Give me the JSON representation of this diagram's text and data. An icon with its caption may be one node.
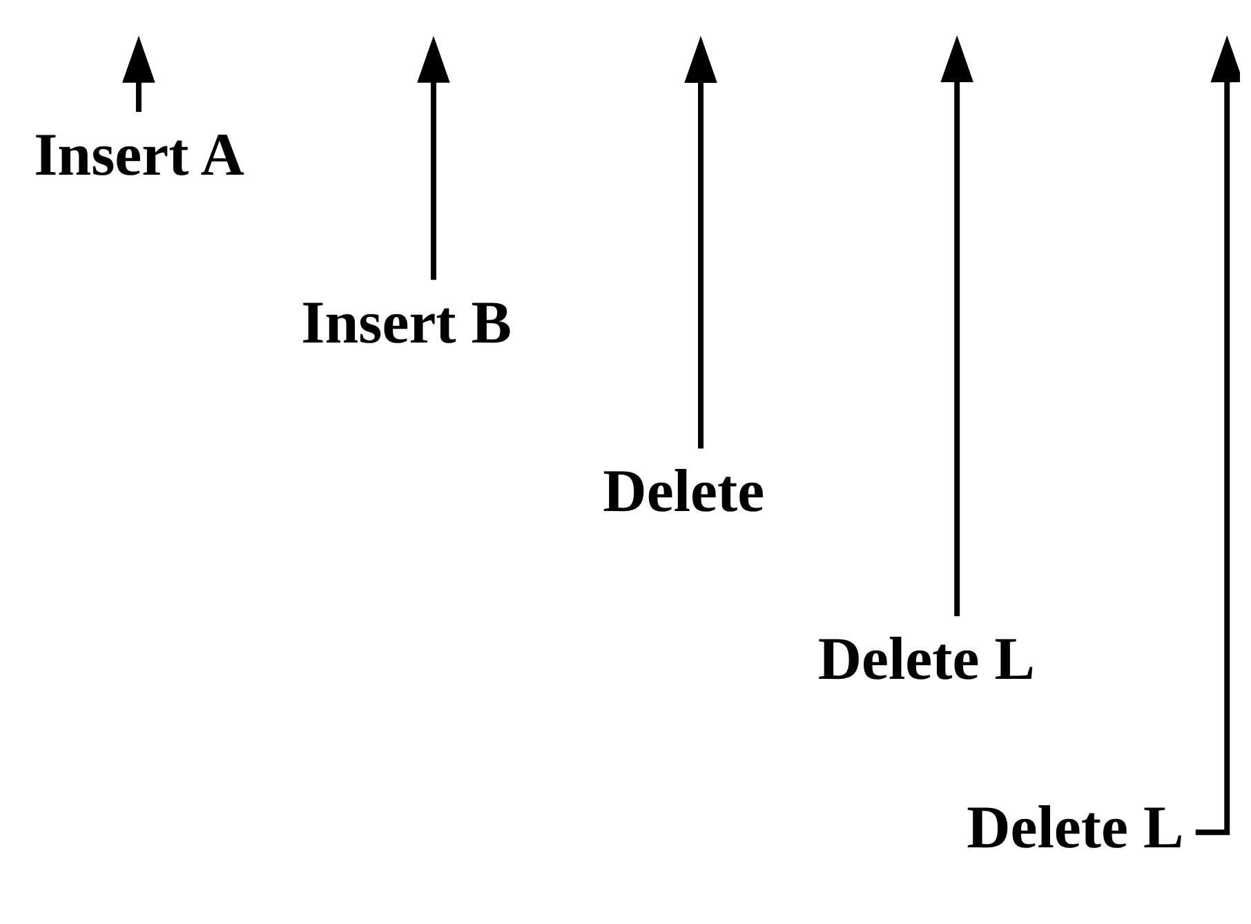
{
  "diagram": {
    "nodes": [
      {
        "text": [
          "Insert A"
        ]
      },
      {
        "text": [
          "Insert B"
        ]
      },
      {
        "text": [
          "Delete"
        ]
      },
      {
        "text": [
          "Delete L"
        ]
      },
      {
        "text": [
          "Delete L"
        ]
      }
    ],
    "edges": [
      {
        "from": 0,
        "to": null,
        "arrow": "to"
      },
      {
        "from": 1,
        "to": null,
        "arrow": "to"
      },
      {
        "from": 2,
        "to": null,
        "arrow": "to"
      },
      {
        "from": 3,
        "to": null,
        "arrow": "to"
      },
      {
        "from": 4,
        "to": null,
        "arrow": "to"
      }
    ]
  }
}
